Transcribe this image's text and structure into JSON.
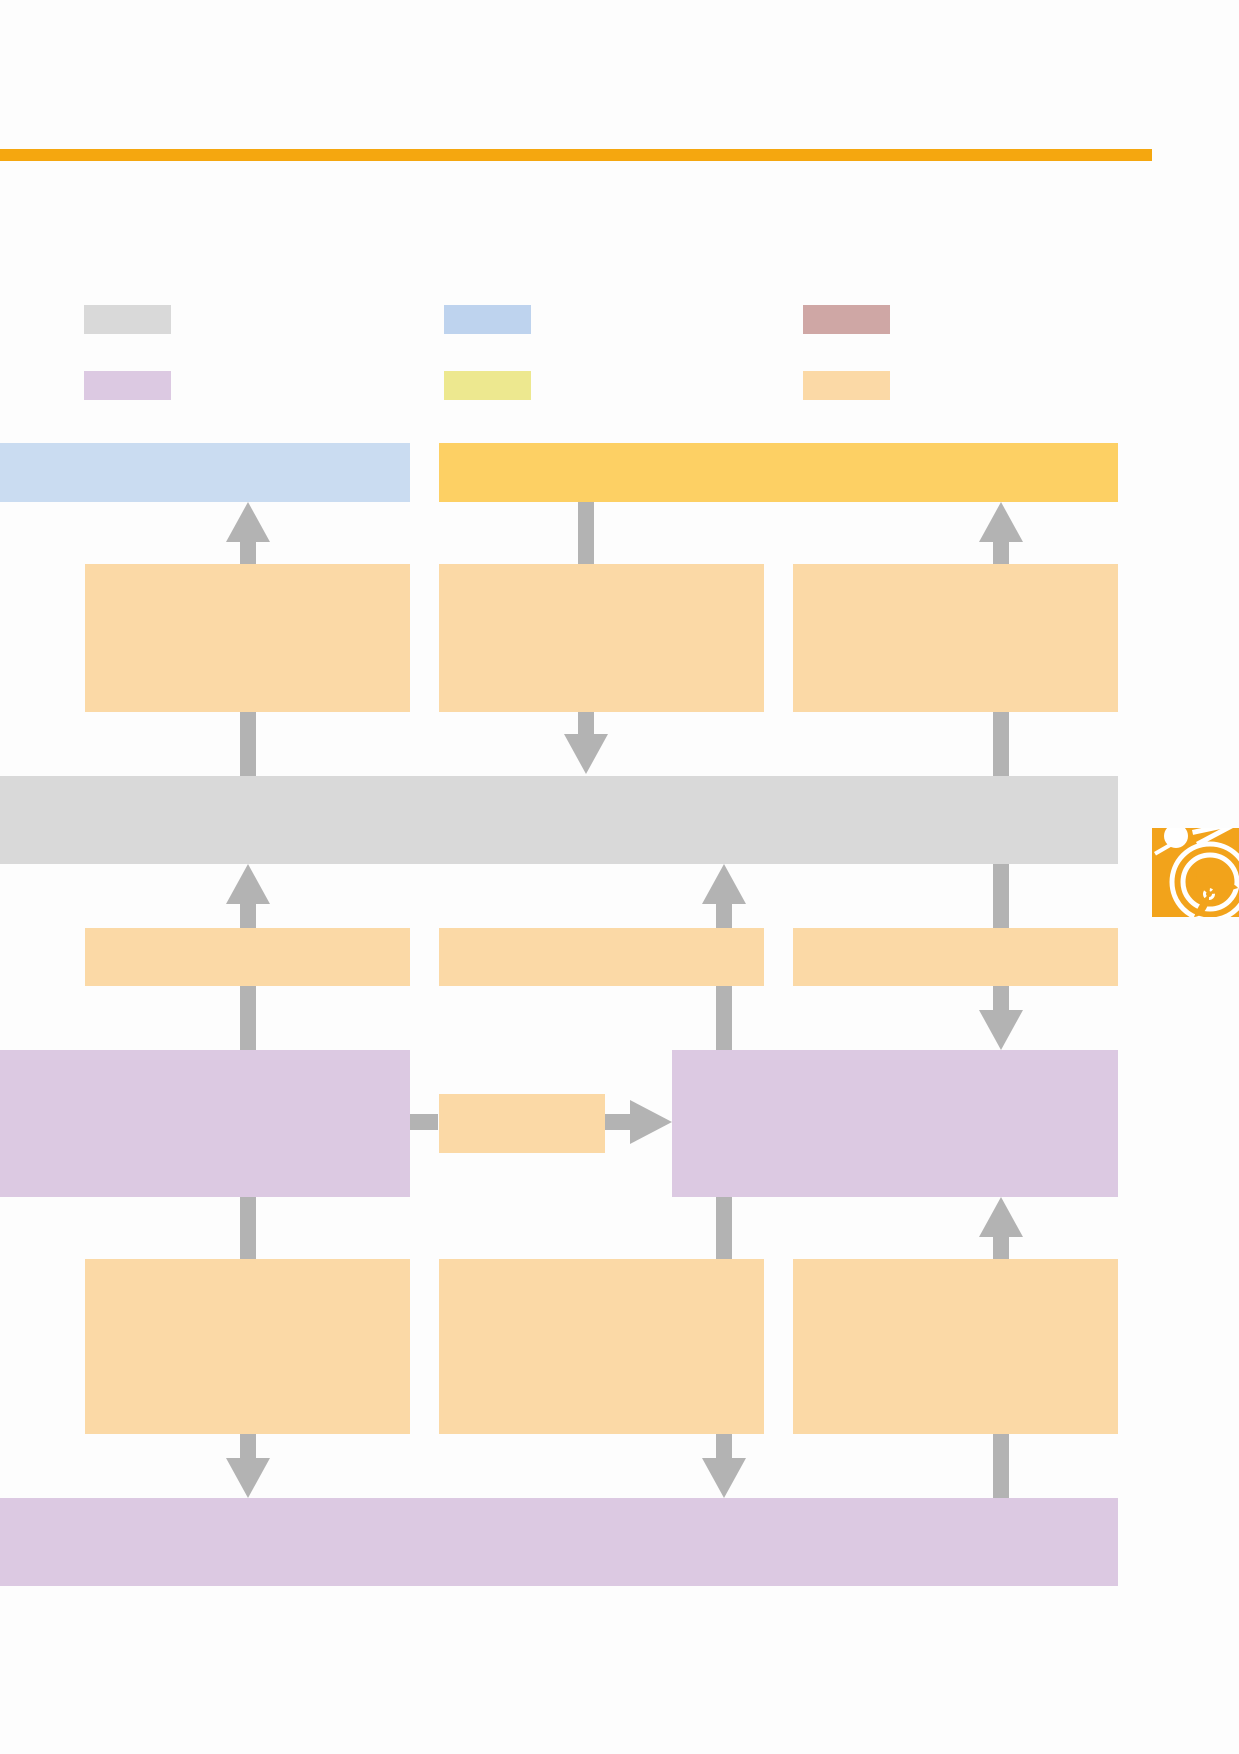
{
  "colors": {
    "accent_rule": "#f5a70f",
    "connector": "#b3b3b3",
    "logo": "#f2a31b",
    "logo_line": "#ffffff"
  },
  "legend": [
    {
      "key": "legend-gray",
      "color": "#d9d9d9",
      "label": ""
    },
    {
      "key": "legend-blue",
      "color": "#bed3ee",
      "label": ""
    },
    {
      "key": "legend-brown",
      "color": "#cfa7a5",
      "label": ""
    },
    {
      "key": "legend-purple",
      "color": "#dcc9e2",
      "label": ""
    },
    {
      "key": "legend-yellow",
      "color": "#ede88f",
      "label": ""
    },
    {
      "key": "legend-orange",
      "color": "#fbd9a6",
      "label": ""
    }
  ],
  "boxes": [
    {
      "key": "top-blue-bar",
      "color": "#cadcf1",
      "label": ""
    },
    {
      "key": "top-yellow-bar",
      "color": "#fdd064",
      "label": ""
    },
    {
      "key": "row1-left-box",
      "color": "#fbd9a6",
      "label": ""
    },
    {
      "key": "row1-middle-box",
      "color": "#fbd9a6",
      "label": ""
    },
    {
      "key": "row1-right-box",
      "color": "#fbd9a6",
      "label": ""
    },
    {
      "key": "central-gray-bar",
      "color": "#d9d9d9",
      "label": ""
    },
    {
      "key": "row2-left-box",
      "color": "#fbd9a6",
      "label": ""
    },
    {
      "key": "row2-middle-box",
      "color": "#fbd9a6",
      "label": ""
    },
    {
      "key": "row2-right-box",
      "color": "#fbd9a6",
      "label": ""
    },
    {
      "key": "left-purple-box",
      "color": "#dcc9e2",
      "label": ""
    },
    {
      "key": "bridge-box",
      "color": "#fbd9a6",
      "label": ""
    },
    {
      "key": "right-purple-box",
      "color": "#dcc9e2",
      "label": ""
    },
    {
      "key": "row3-left-box",
      "color": "#fbd9a6",
      "label": ""
    },
    {
      "key": "row3-middle-box",
      "color": "#fbd9a6",
      "label": ""
    },
    {
      "key": "row3-right-box",
      "color": "#fbd9a6",
      "label": ""
    },
    {
      "key": "bottom-purple-bar",
      "color": "#dcc9e2",
      "label": ""
    }
  ]
}
